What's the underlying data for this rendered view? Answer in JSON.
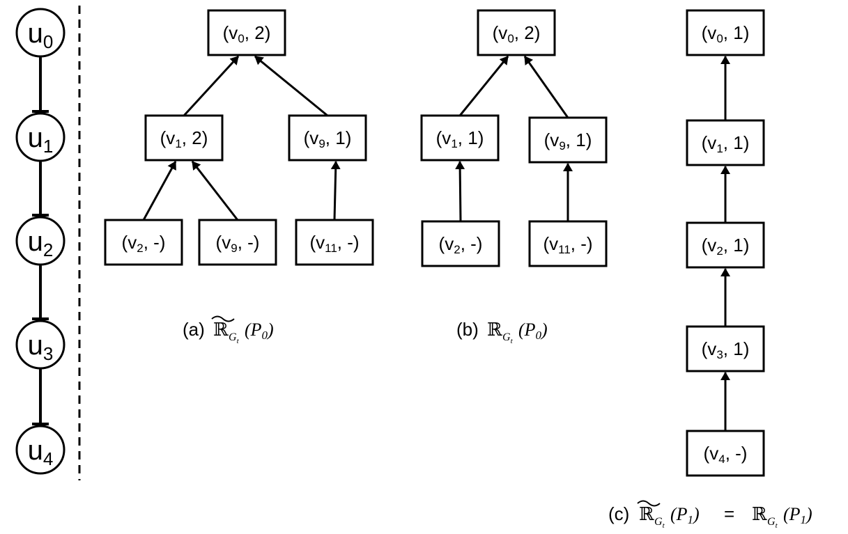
{
  "pattern_nodes": [
    {
      "id": "u0",
      "base": "u",
      "sub": "0"
    },
    {
      "id": "u1",
      "base": "u",
      "sub": "1"
    },
    {
      "id": "u2",
      "base": "u",
      "sub": "2"
    },
    {
      "id": "u3",
      "base": "u",
      "sub": "3"
    },
    {
      "id": "u4",
      "base": "u",
      "sub": "4"
    }
  ],
  "trees": {
    "a": {
      "nodes": [
        {
          "id": "a_v0",
          "v": "0",
          "val": "2"
        },
        {
          "id": "a_v1",
          "v": "1",
          "val": "2"
        },
        {
          "id": "a_v9",
          "v": "9",
          "val": "1"
        },
        {
          "id": "a_v2",
          "v": "2",
          "val": "-"
        },
        {
          "id": "a_v9b",
          "v": "9",
          "val": "-"
        },
        {
          "id": "a_v11",
          "v": "11",
          "val": "-"
        }
      ],
      "edges": [
        [
          "a_v1",
          "a_v0"
        ],
        [
          "a_v9",
          "a_v0"
        ],
        [
          "a_v2",
          "a_v1"
        ],
        [
          "a_v9b",
          "a_v1"
        ],
        [
          "a_v11",
          "a_v9"
        ]
      ],
      "caption": {
        "prefix": "(a)",
        "math": "R",
        "sub": "G",
        "subsub": "t",
        "arg": "(P",
        "argsub": "0",
        "close": ")",
        "tilde": true
      }
    },
    "b": {
      "nodes": [
        {
          "id": "b_v0",
          "v": "0",
          "val": "2"
        },
        {
          "id": "b_v1",
          "v": "1",
          "val": "1"
        },
        {
          "id": "b_v9",
          "v": "9",
          "val": "1"
        },
        {
          "id": "b_v2",
          "v": "2",
          "val": "-"
        },
        {
          "id": "b_v11",
          "v": "11",
          "val": "-"
        }
      ],
      "edges": [
        [
          "b_v1",
          "b_v0"
        ],
        [
          "b_v9",
          "b_v0"
        ],
        [
          "b_v2",
          "b_v1"
        ],
        [
          "b_v11",
          "b_v9"
        ]
      ],
      "caption": {
        "prefix": "(b)",
        "math": "R",
        "sub": "G",
        "subsub": "t",
        "arg": "(P",
        "argsub": "0",
        "close": ")",
        "tilde": false
      }
    },
    "c": {
      "nodes": [
        {
          "id": "c_v0",
          "v": "0",
          "val": "1"
        },
        {
          "id": "c_v1",
          "v": "1",
          "val": "1"
        },
        {
          "id": "c_v2",
          "v": "2",
          "val": "1"
        },
        {
          "id": "c_v3",
          "v": "3",
          "val": "1"
        },
        {
          "id": "c_v4",
          "v": "4",
          "val": "-"
        }
      ],
      "edges": [
        [
          "c_v1",
          "c_v0"
        ],
        [
          "c_v2",
          "c_v1"
        ],
        [
          "c_v3",
          "c_v2"
        ],
        [
          "c_v4",
          "c_v3"
        ]
      ],
      "caption": {
        "prefix": "(c)",
        "math": "R",
        "sub": "G",
        "subsub": "t",
        "arg": "(P",
        "argsub": "1",
        "close": ")",
        "equals": "=",
        "tilde": true
      }
    }
  }
}
